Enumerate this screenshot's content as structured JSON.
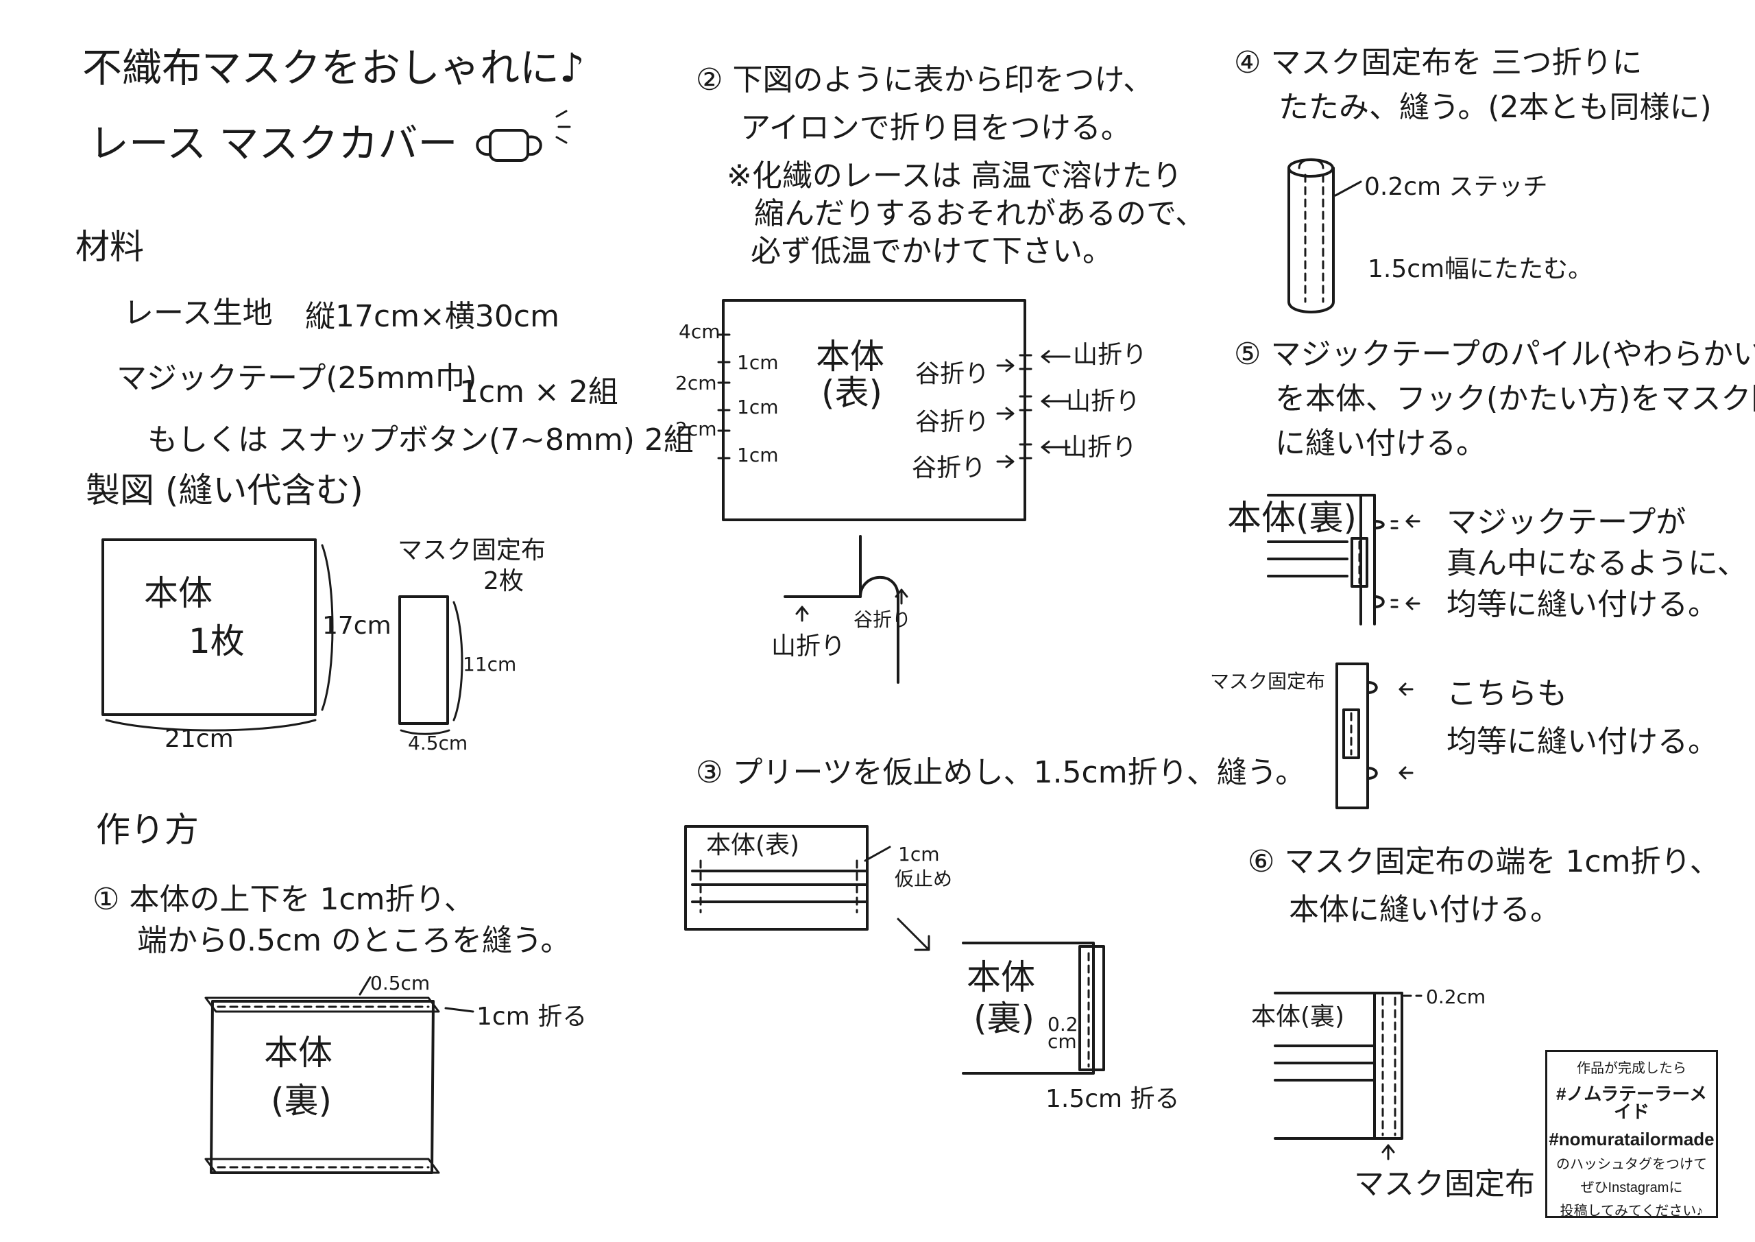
{
  "header": {
    "title": "不織布マスクをおしゃれに♪",
    "subtitle": "レース マスクカバー"
  },
  "materials": {
    "heading": "材料",
    "line1_name": "レース生地",
    "line1_size": "縦17cm×横30cm",
    "line2_name": "マジックテープ(25mm巾)",
    "line2_qty": "1cm × 2組",
    "line3": "もしくは スナップボタン(7~8mm) 2組"
  },
  "pattern": {
    "heading": "製図 (縫い代含む)",
    "body_label": "本体",
    "body_count": "1枚",
    "body_height": "17cm",
    "body_width": "21cm",
    "fixer_label": "マスク固定布",
    "fixer_count": "2枚",
    "fixer_height": "11cm",
    "fixer_width": "4.5cm"
  },
  "method": {
    "heading": "作り方"
  },
  "step1": {
    "num": "①",
    "line1": "本体の上下を 1cm折り、",
    "line2": "端から0.5cm のところを縫う。",
    "seam": "0.5cm",
    "fold": "1cm 折る",
    "body": "本体",
    "side": "(裏)"
  },
  "step2": {
    "num": "②",
    "line1": "下図のように表から印をつけ、",
    "line2": "アイロンで折り目をつける。",
    "note1": "※化繊のレースは 高温で溶けたり",
    "note2": "縮んだりするおそれがあるので、",
    "note3": "必ず低温でかけて下さい。",
    "d4": "4cm",
    "d2a": "2cm",
    "d2b": "2cm",
    "c1a": "1cm",
    "c1b": "1cm",
    "c1c": "1cm",
    "body": "本体",
    "side": "(表)",
    "valley": [
      "谷折り",
      "谷折り",
      "谷折り"
    ],
    "mountain": [
      "山折り",
      "山折り",
      "山折り"
    ],
    "mountain_label": "山折り",
    "valley_label": "谷折り"
  },
  "step3": {
    "num": "③",
    "line1": "プリーツを仮止めし、1.5cm折り、縫う。",
    "body_front": "本体(表)",
    "baste1": "1cm",
    "baste2": "仮止め",
    "body": "本体",
    "side": "(裏)",
    "s02a": "0.2",
    "s02b": "cm",
    "fold": "1.5cm 折る"
  },
  "step4": {
    "num": "④",
    "line1": "マスク固定布を 三つ折りに",
    "line2": "たたみ、縫う。(2本とも同様に)",
    "stitch": "0.2cm ステッチ",
    "width": "1.5cm幅にたたむ。"
  },
  "step5": {
    "num": "⑤",
    "line1": "マジックテープのパイル(やわらかい方)",
    "line2": "を本体、フック(かたい方)をマスク固定布",
    "line3": "に縫い付ける。",
    "body": "本体(裏)",
    "note1": "マジックテープが",
    "note2": "真ん中になるように、",
    "note3": "均等に縫い付ける。",
    "fixer": "マスク固定布",
    "note4": "こちらも",
    "note5": "均等に縫い付ける。"
  },
  "step6": {
    "num": "⑥",
    "line1": "マスク固定布の端を 1cm折り、",
    "line2": "本体に縫い付ける。",
    "body": "本体(裏)",
    "stitch": "0.2cm",
    "fixer": "マスク固定布"
  },
  "footer": {
    "line1": "作品が完成したら",
    "line2": "#ノムラテーラーメイド",
    "line3": "#nomuratailormade",
    "line4": "のハッシュタグをつけて",
    "line5": "ぜひInstagramに",
    "line6": "投稿してみてください♪"
  }
}
